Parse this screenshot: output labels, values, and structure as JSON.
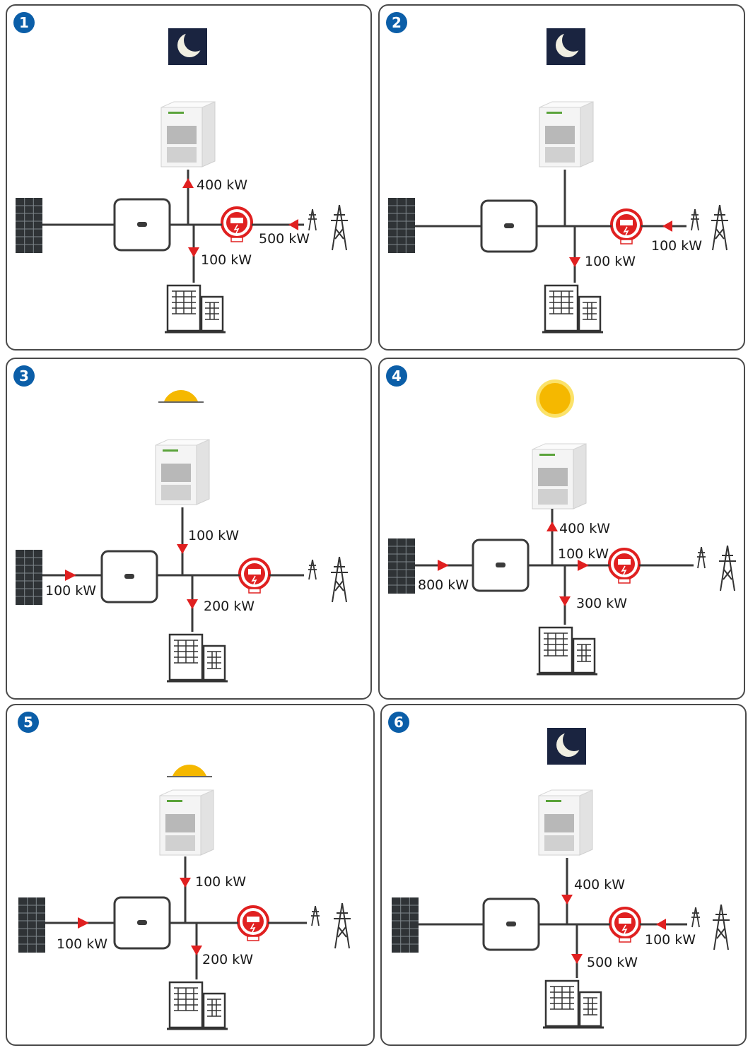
{
  "colors": {
    "flow": "#e02020",
    "line": "#3a3a3a",
    "badge": "#0b5ea8",
    "night_bg": "#1a2440",
    "sun": "#f5b800"
  },
  "panels": [
    {
      "number": "1",
      "sky": "moon",
      "labels": {
        "cabinet": "400 kW",
        "load": "100 kW",
        "grid": "500 kW"
      }
    },
    {
      "number": "2",
      "sky": "moon",
      "labels": {
        "load": "100 kW",
        "grid": "100 kW"
      }
    },
    {
      "number": "3",
      "sky": "sunrise",
      "labels": {
        "pv": "100 kW",
        "cabinet": "100 kW",
        "load": "200 kW"
      }
    },
    {
      "number": "4",
      "sky": "sun",
      "labels": {
        "pv": "800 kW",
        "cabinet": "400 kW",
        "meter": "100 kW",
        "load": "300 kW"
      }
    },
    {
      "number": "5",
      "sky": "sunrise",
      "labels": {
        "pv": "100 kW",
        "cabinet": "100 kW",
        "load": "200 kW"
      }
    },
    {
      "number": "6",
      "sky": "moon",
      "labels": {
        "cabinet": "400 kW",
        "grid": "100 kW",
        "load": "500 kW"
      }
    }
  ]
}
